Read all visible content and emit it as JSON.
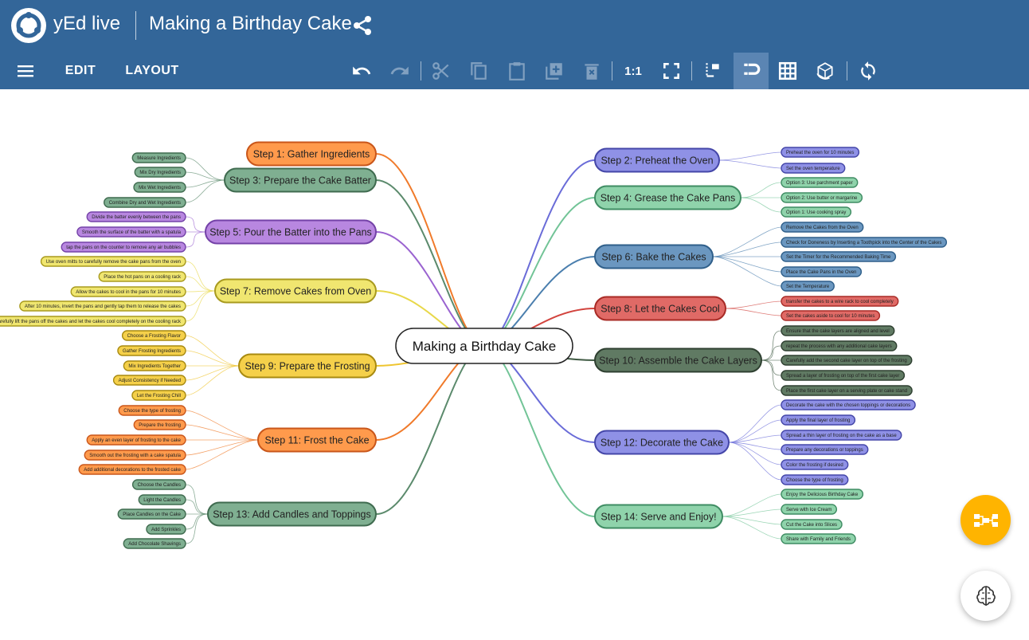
{
  "app": {
    "name": "yEd live",
    "document_title": "Making a Birthday Cake"
  },
  "toolbar": {
    "edit_label": "EDIT",
    "layout_label": "LAYOUT",
    "zoom_one_label": "1:1",
    "icons": [
      "menu-icon",
      "undo-icon",
      "redo-icon",
      "cut-icon",
      "copy-icon",
      "paste-icon",
      "duplicate-icon",
      "delete-icon",
      "zoom-original-icon",
      "fit-content-icon",
      "port-icon",
      "snapping-icon",
      "grid-icon",
      "orthogonal-icon",
      "reset-icon"
    ]
  },
  "colors": {
    "header": "#336699",
    "orange": "#ff9a4c",
    "green": "#7faf91",
    "purple": "#b887e0",
    "yellow": "#f0e670",
    "gold": "#f5d04a",
    "blue": "#8f91e6",
    "mint": "#8fd3ab",
    "steel": "#6b97c0",
    "red": "#e06a66",
    "dark": "#607a63",
    "fab": "#ffb400"
  },
  "mindmap": {
    "root": "Making a Birthday Cake",
    "branches": [
      {
        "id": "s1",
        "label": "Step 1: Gather Ingredients",
        "color": "orange",
        "children": []
      },
      {
        "id": "s3",
        "label": "Step 3: Prepare the Cake Batter",
        "color": "green",
        "children": [
          "Measure Ingredients",
          "Mix Dry Ingredients",
          "Mix Wet Ingredients",
          "Combine Dry and Wet Ingredients"
        ]
      },
      {
        "id": "s5",
        "label": "Step 5: Pour the Batter into the Pans",
        "color": "purple",
        "children": [
          "Divide the batter evenly between the pans",
          "Smooth the surface of the batter with a spatula",
          "tap the pans on the counter to remove any air bubbles"
        ]
      },
      {
        "id": "s7",
        "label": "Step 7: Remove Cakes from Oven",
        "color": "yellow",
        "children": [
          "Use oven mitts to carefully remove the cake pans from the oven",
          "Place the hot pans on a cooling rack",
          "Allow the cakes to cool in the pans for 10 minutes",
          "After 10 minutes, invert the pans and gently tap them to release the cakes",
          "Carefully lift the pans off the cakes and let the cakes cool completely on the cooling rack"
        ]
      },
      {
        "id": "s9",
        "label": "Step 9: Prepare the Frosting",
        "color": "gold",
        "children": [
          "Choose a Frosting Flavor",
          "Gather Frosting Ingredients",
          "Mix Ingredients Together",
          "Adjust Consistency if Needed",
          "Let the Frosting Chill"
        ]
      },
      {
        "id": "s11",
        "label": "Step 11: Frost the Cake",
        "color": "orange",
        "children": [
          "Choose the type of frosting",
          "Prepare the frosting",
          "Apply an even layer of frosting to the cake",
          "Smooth out the frosting with a cake spatula",
          "Add additional decorations to the frosted cake"
        ]
      },
      {
        "id": "s13",
        "label": "Step 13: Add Candles and Toppings",
        "color": "green",
        "children": [
          "Choose the Candles",
          "Light the Candles",
          "Place Candles on the Cake",
          "Add Sprinkles",
          "Add Chocolate Shavings"
        ]
      },
      {
        "id": "s2",
        "label": "Step 2: Preheat the Oven",
        "color": "blue",
        "children": [
          "Preheat the oven for 10 minutes",
          "Set the oven temperature"
        ]
      },
      {
        "id": "s4",
        "label": "Step 4: Grease the Cake Pans",
        "color": "mint",
        "children": [
          "Option 3: Use parchment paper",
          "Option 2: Use butter or margarine",
          "Option 1: Use cooking spray"
        ]
      },
      {
        "id": "s6",
        "label": "Step 6: Bake the Cakes",
        "color": "steel",
        "children": [
          "Remove the Cakes from the Oven",
          "Check for Doneness by Inserting a Toothpick into the Center of the Cakes",
          "Set the Timer for the Recommended Baking Time",
          "Place the Cake Pans in the Oven",
          "Set the Temperature"
        ]
      },
      {
        "id": "s8",
        "label": "Step 8: Let the Cakes Cool",
        "color": "red",
        "children": [
          "transfer the cakes to a wire rack to cool completely",
          "Set the cakes aside to cool for 10 minutes"
        ]
      },
      {
        "id": "s10",
        "label": "Step 10: Assemble the Cake Layers",
        "color": "dark",
        "children": [
          "Ensure that the cake layers are aligned and level",
          "repeat the process with any additional cake layers",
          "Carefully add the second cake layer on top of the frosting",
          "Spread a layer of frosting on top of the first cake layer",
          "Place the first cake layer on a serving plate or cake stand"
        ]
      },
      {
        "id": "s12",
        "label": "Step 12: Decorate the Cake",
        "color": "blue",
        "children": [
          "Decorate the cake with the chosen toppings or decorations",
          "Apply the final layer of frosting",
          "Spread a thin layer of frosting on the cake as a base",
          "Prepare any decorations or toppings",
          "Color the frosting if desired",
          "Choose the type of frosting"
        ]
      },
      {
        "id": "s14",
        "label": "Step 14: Serve and Enjoy!",
        "color": "mint",
        "children": [
          "Enjoy the Delicious Birthday Cake",
          "Serve with Ice Cream",
          "Cut the Cake into Slices",
          "Share with Family and Friends"
        ]
      }
    ]
  }
}
